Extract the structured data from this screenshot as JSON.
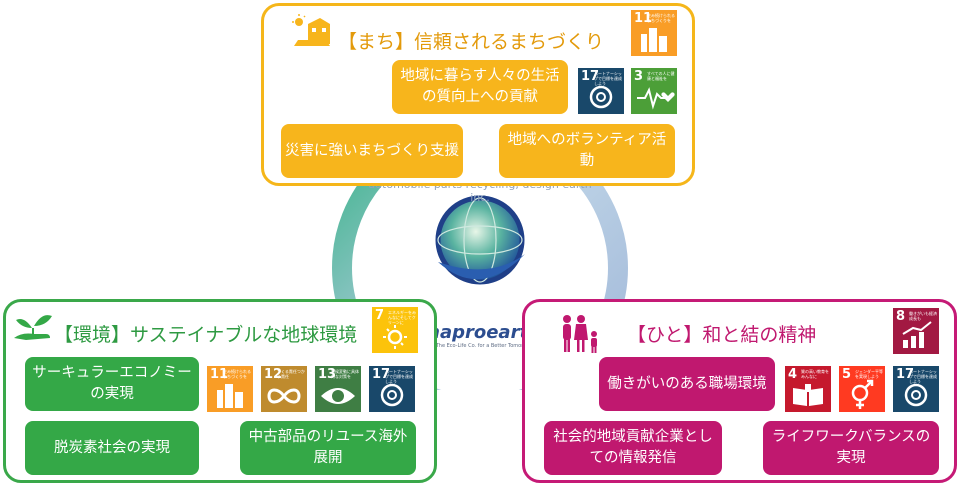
{
  "center": {
    "brand": "naproearth",
    "tagline": "The Eco-Life Co. for a Better Tomorrow",
    "ring_text": "automobile parts recycling, design earth inc."
  },
  "town": {
    "title": "【まち】信頼されるまちづくり",
    "items": [
      "地域に暮らす人々の生活の質向上への貢献",
      "災害に強いまちづくり支援",
      "地域へのボランティア活動"
    ],
    "sdgs": [
      {
        "num": "11",
        "label": "住み続けられるまちづくりを",
        "color": "#f99d26"
      },
      {
        "num": "17",
        "label": "パートナーシップで目標を達成しよう",
        "color": "#19486a"
      },
      {
        "num": "3",
        "label": "すべての人に健康と福祉を",
        "color": "#4c9f38"
      }
    ]
  },
  "environment": {
    "title": "【環境】サステイナブルな地球環境",
    "items": [
      "サーキュラーエコノミーの実現",
      "脱炭素社会の実現",
      "中古部品のリユース海外展開"
    ],
    "sdgs": [
      {
        "num": "7",
        "label": "エネルギーをみんなにそしてクリーンに",
        "color": "#fcc30b"
      },
      {
        "num": "11",
        "label": "住み続けられるまちづくりを",
        "color": "#f99d26"
      },
      {
        "num": "12",
        "label": "つくる責任つかう責任",
        "color": "#bf8b2e"
      },
      {
        "num": "13",
        "label": "気候変動に具体的な対策を",
        "color": "#3f7e44"
      },
      {
        "num": "17",
        "label": "パートナーシップで目標を達成しよう",
        "color": "#19486a"
      }
    ]
  },
  "people": {
    "title": "【ひと】和と結の精神",
    "items": [
      "働きがいのある職場環境",
      "社会的地域貢献企業としての情報発信",
      "ライフワークバランスの実現"
    ],
    "sdgs": [
      {
        "num": "8",
        "label": "働きがいも経済成長も",
        "color": "#a21942"
      },
      {
        "num": "4",
        "label": "質の高い教育をみんなに",
        "color": "#c5192d"
      },
      {
        "num": "5",
        "label": "ジェンダー平等を実現しよう",
        "color": "#ff3a21"
      },
      {
        "num": "17",
        "label": "パートナーシップで目標を達成しよう",
        "color": "#19486a"
      }
    ]
  }
}
